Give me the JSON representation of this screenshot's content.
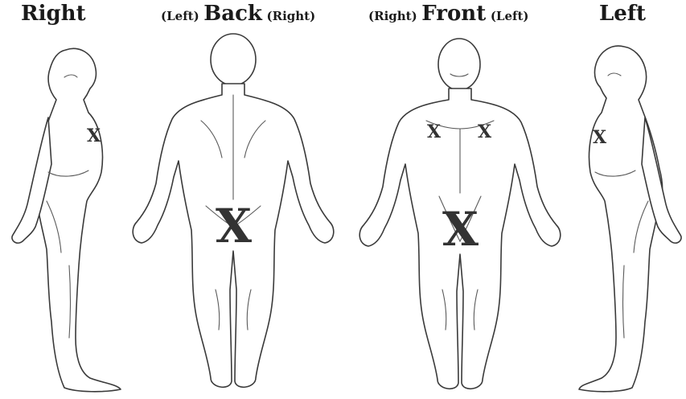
{
  "headings": {
    "right": "Right",
    "back_left": "(Left)",
    "back": "Back",
    "back_right": "(Right)",
    "front_right": "(Right)",
    "front": "Front",
    "front_left": "(Left)",
    "left": "Left"
  },
  "marks": {
    "right_chest": "X",
    "back_lower": "X",
    "front_chest_right": "X",
    "front_chest_left": "X",
    "front_pelvis": "X",
    "left_chest": "X"
  }
}
